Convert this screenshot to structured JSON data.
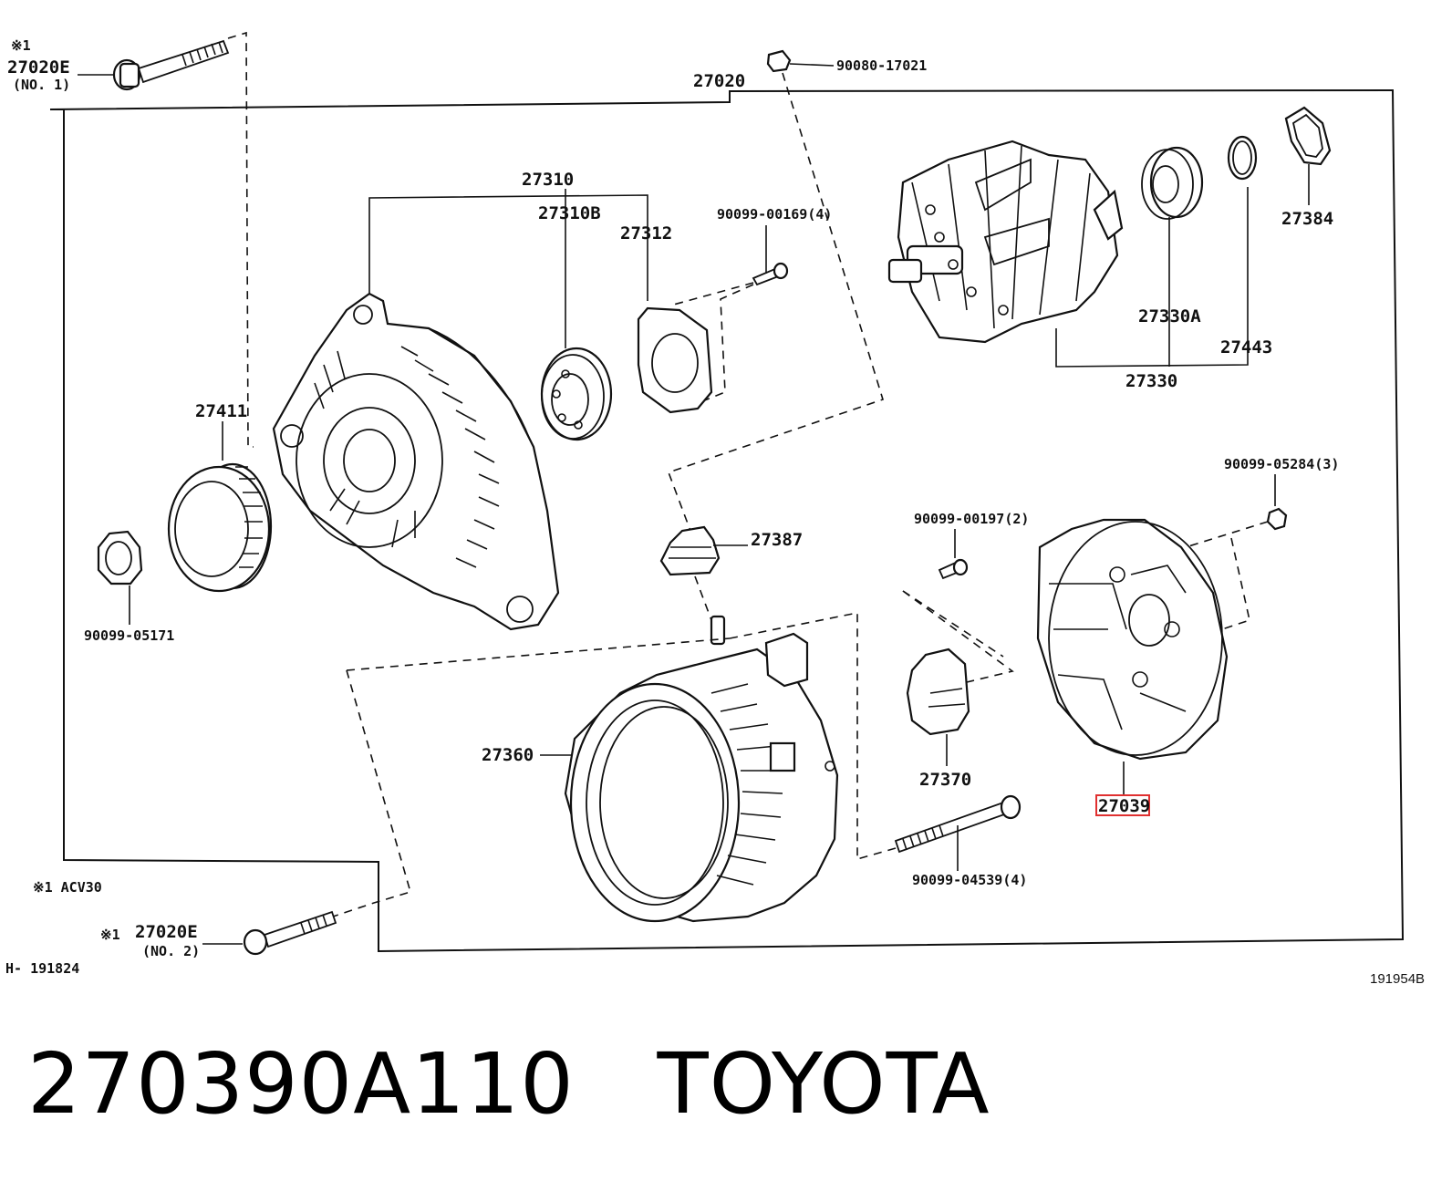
{
  "labels": {
    "bolt_no1_note": "※1",
    "bolt_no1_part": "27020E",
    "bolt_no1_sub": "(NO. 1)",
    "assy": "27020",
    "nut_top": "90080-17021",
    "frame_group": "27310",
    "bearing_front": "27310B",
    "retainer": "27312",
    "screw_retainer": "90099-00169(4)",
    "rotor_bearing_cover": "27384",
    "rotor_bearing": "27330A",
    "rotor_ring": "27443",
    "rotor": "27330",
    "pulley": "27411",
    "pulley_nut": "90099-05171",
    "rear_nut": "90099-05284(3)",
    "brush_screw": "90099-00197(2)",
    "insulator": "27387",
    "stator": "27360",
    "brush_holder": "27370",
    "rear_cover": "27039",
    "through_bolt": "90099-04539(4)",
    "note_acv": "※1  ACV30",
    "bolt_no2_note": "※1",
    "bolt_no2_part": "27020E",
    "bolt_no2_sub": "(NO. 2)",
    "fig_code_left": "H- 191824",
    "fig_code_right": "191954B"
  },
  "caption": {
    "part_number": "270390A110",
    "brand": "TOYOTA"
  },
  "highlight_color": "#e03030"
}
